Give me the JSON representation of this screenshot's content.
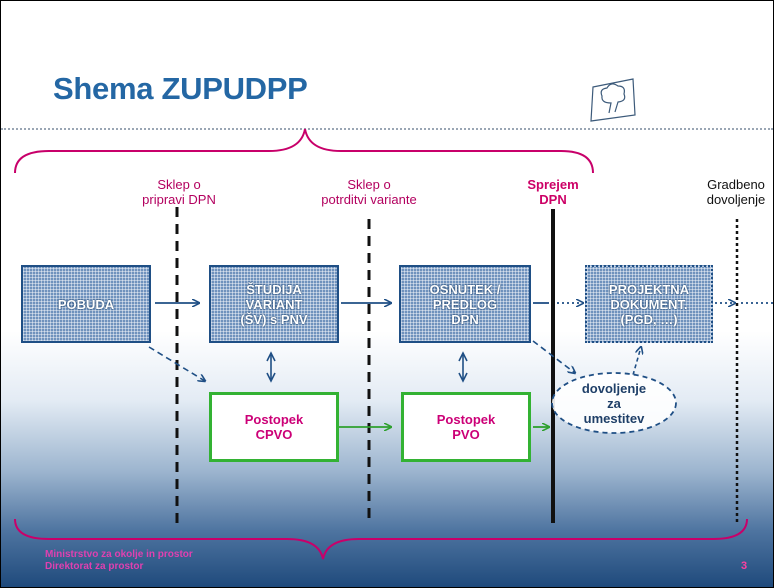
{
  "title": "Shema ZUPUDPP",
  "milestones": {
    "m1": "Sklep o\npripravi DPN",
    "m2": "Sklep o\npotrditvi variante",
    "m3": "Sprejem\nDPN",
    "m4": "Gradbeno\ndovoljenje"
  },
  "boxes": {
    "pobuda": "POBUDA",
    "studija": "ŠTUDIJA\nVARIANT\n(ŠV) s PNV",
    "osnutek": "OSNUTEK /\nPREDLOG\nDPN",
    "projektna": "PROJEKTNA\nDOKUMENT.\n(PGD, …)",
    "cpvo": "Postopek\nCPVO",
    "pvo": "Postopek\nPVO"
  },
  "permit": "dovoljenje\nza\numestitev",
  "footer": {
    "line1": "Ministrstvo za okolje in prostor",
    "line2": "Direktorat za prostor"
  },
  "page_number": "3",
  "colors": {
    "title": "#2467a4",
    "brace": "#c8006a",
    "box_blue": "#6f92bd",
    "box_green_border": "#33b233",
    "green_text": "#cc0077"
  }
}
